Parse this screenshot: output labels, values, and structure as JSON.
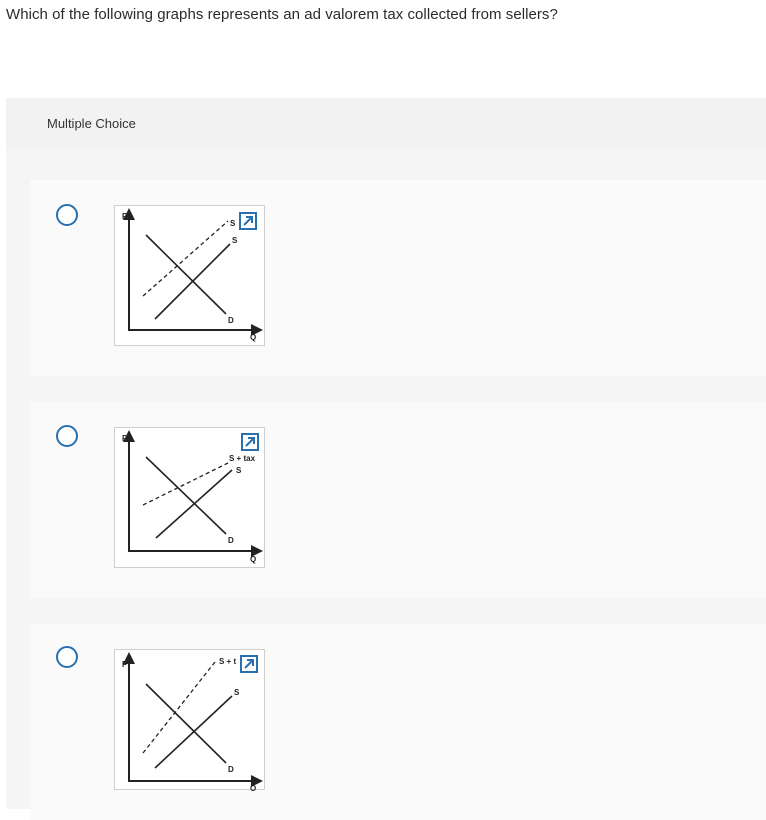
{
  "question": {
    "text": "Which of the following graphs represents an ad valorem tax collected from sellers?"
  },
  "multiple_choice": {
    "label": "Multiple Choice"
  },
  "choices": [
    {
      "graph_labels": {
        "price": "P",
        "quantity": "Q",
        "supply": "S",
        "tax_supply": "S",
        "demand": "D"
      }
    },
    {
      "graph_labels": {
        "price": "P",
        "quantity": "Q",
        "supply": "S",
        "tax_supply": "S + tax",
        "demand": "D"
      }
    },
    {
      "graph_labels": {
        "price": "P",
        "quantity": "Q",
        "supply": "S",
        "tax_supply": "S + t",
        "demand": "D"
      }
    }
  ],
  "icons": {
    "radio": "radio-unchecked",
    "expand": "expand-icon"
  },
  "colors": {
    "accent": "#2a6fb0",
    "header_bg": "#f2f2f2"
  }
}
